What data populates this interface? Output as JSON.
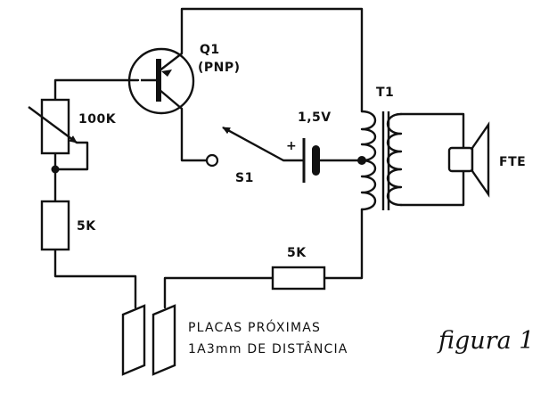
{
  "labels": {
    "transistor_name": "Q1",
    "transistor_type": "(PNP)",
    "pot": "100K",
    "resistor_left": "5K",
    "resistor_bottom": "5K",
    "battery": "1,5V",
    "battery_plus": "+",
    "switch": "S1",
    "transformer": "T1",
    "speaker": "FTE"
  },
  "note": {
    "line1": "PLACAS PRÓXIMAS",
    "line2": "1A3mm DE DISTÂNCIA"
  },
  "caption": "figura 1"
}
